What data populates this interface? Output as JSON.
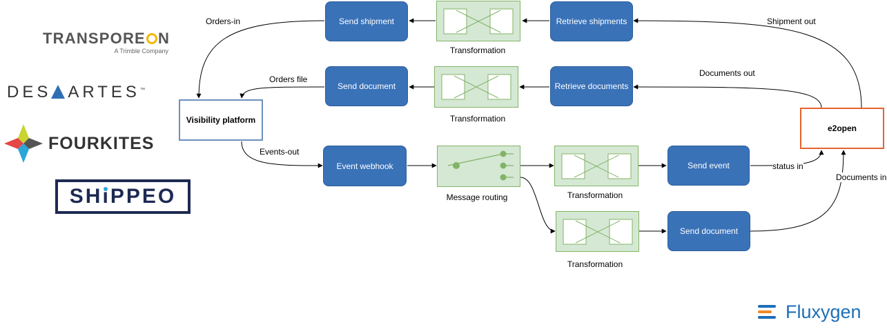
{
  "nodes": {
    "send_shipment": "Send shipment",
    "retrieve_shipments": "Retrieve shipments",
    "send_document_top": "Send document",
    "retrieve_documents": "Retrieve documents",
    "visibility_platform": "Visibility platform",
    "e2open": "e2open",
    "event_webhook": "Event webhook",
    "send_event": "Send event",
    "send_document_bottom": "Send document"
  },
  "captions": {
    "transformation": "Transformation",
    "message_routing": "Message routing"
  },
  "edge_labels": {
    "orders_in": "Orders-in",
    "shipment_out": "Shipment out",
    "orders_file": "Orders file",
    "documents_out": "Documents out",
    "events_out": "Events-out",
    "status_in": "status in",
    "documents_in": "Documents in"
  },
  "logos": {
    "transporeon": "TRANSPORE",
    "transporeon_tail": "N",
    "transporeon_sub": "A Trimble Company",
    "descartes_a": "DES",
    "descartes_b": "ARTES",
    "descartes_tm": "™",
    "fourkites": "FOURKITES",
    "shippeo_a": "SH",
    "shippeo_b": "PPEO",
    "fluxygen": "Fluxygen"
  },
  "colors": {
    "process_fill": "#3a72b8",
    "transform_fill": "#d5e8d4",
    "transform_stroke": "#82b366",
    "platform_stroke": "#6c8ebf",
    "e2open_stroke": "#e4632c",
    "fluxygen_blue": "#1d6fb8",
    "fluxygen_orange": "#f08a24"
  }
}
